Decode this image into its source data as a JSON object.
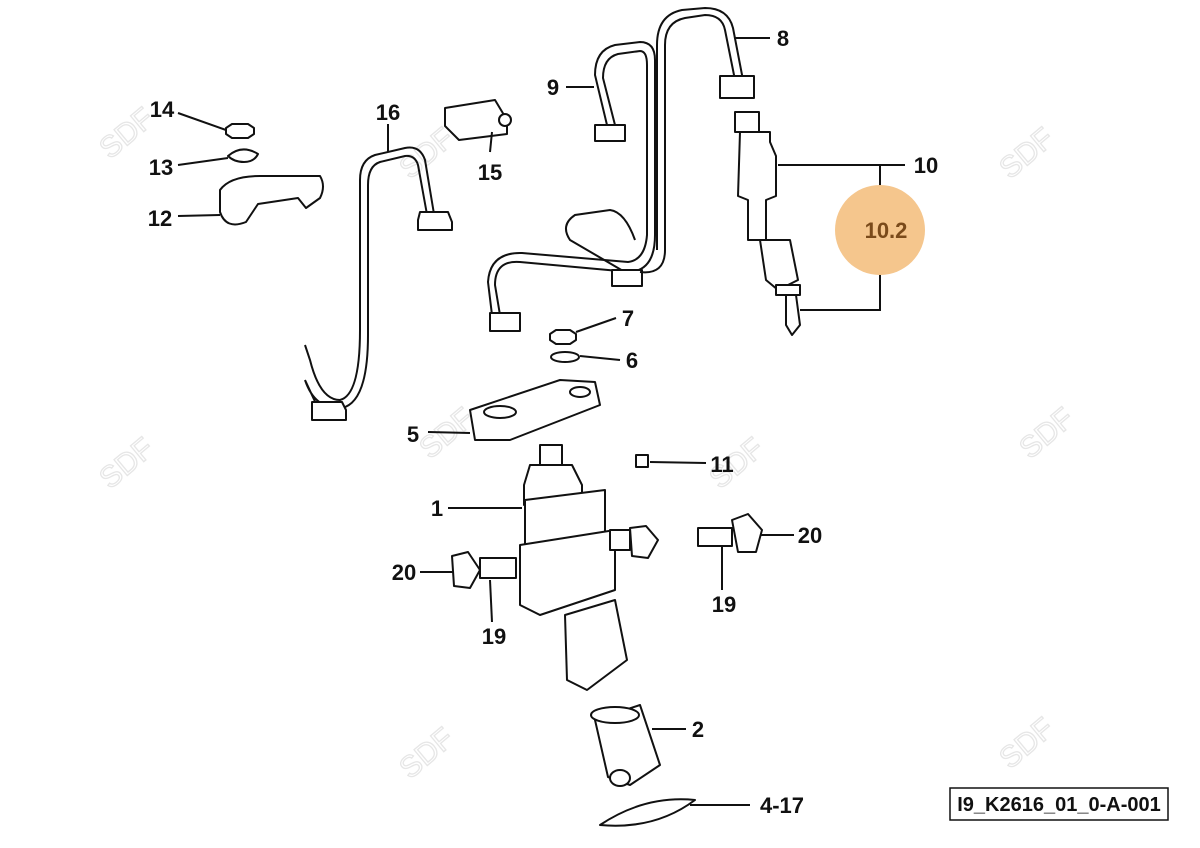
{
  "diagram_id": "I9_K2616_01_0-A-001",
  "watermark": "SDF",
  "highlight": {
    "label": "10.2",
    "color": "#F5C68D",
    "text_color": "#7A4A1A"
  },
  "callouts": {
    "c14": "14",
    "c13": "13",
    "c12": "12",
    "c16": "16",
    "c15": "15",
    "c9": "9",
    "c8": "8",
    "c10": "10",
    "c7": "7",
    "c6": "6",
    "c5": "5",
    "c11": "11",
    "c1": "1",
    "c20a": "20",
    "c19a": "19",
    "c20b": "20",
    "c19b": "19",
    "c2": "2",
    "c417": "4-17"
  }
}
